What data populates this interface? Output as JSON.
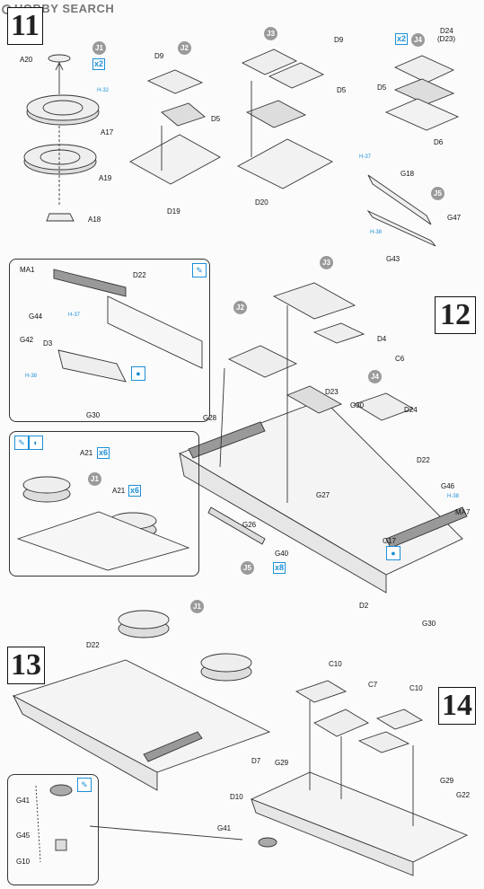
{
  "watermark": {
    "text": "HOBBY SEARCH"
  },
  "steps": [
    "11",
    "12",
    "13",
    "14"
  ],
  "qty": {
    "x2": "x2",
    "x6": "x6",
    "x8": "x8"
  },
  "groups": {
    "j1": "J1",
    "j2": "J2",
    "j3": "J3",
    "j4": "J4",
    "j5": "J5"
  },
  "labels": {
    "a20": "A20",
    "a17": "A17",
    "a19": "A19",
    "a18": "A18",
    "d9a": "D9",
    "d5a": "D5",
    "d19": "D19",
    "d9b": "D9",
    "d5b": "D5",
    "d20": "D20",
    "d24": "D24",
    "d23p": "(D23)",
    "d5c": "D5",
    "d6": "D6",
    "g18": "G18",
    "g47": "G47",
    "g43": "G43",
    "ma1": "MA1",
    "d22a": "D22",
    "g44": "G44",
    "g42": "G42",
    "d3": "D3",
    "g30a": "G30",
    "a21a": "A21",
    "a21b": "A21",
    "d4": "D4",
    "c6": "C6",
    "d23": "D23",
    "g30b": "G30",
    "d24b": "D24",
    "g28": "G28",
    "d22b": "D22",
    "g46": "G46",
    "ma7": "MA7",
    "g27": "G27",
    "g26": "G26",
    "g40": "G40",
    "g17": "G17",
    "d2": "D2",
    "g30c": "G30",
    "d22c": "D22",
    "g41a": "G41",
    "g45": "G45",
    "g10": "G10",
    "c10a": "C10",
    "c7": "C7",
    "c10b": "C10",
    "g29a": "G29",
    "g29b": "G29",
    "d7": "D7",
    "d10": "D10",
    "g22": "G22",
    "g41b": "G41"
  },
  "hcodes": {
    "h1": "H-32",
    "h2": "H-37",
    "h3": "H-38",
    "h4": "H-37",
    "h5": "H-38",
    "h6": "H-38"
  },
  "colors": {
    "accent": "#1c8fd6",
    "ink": "#222222",
    "group": "#9a9a9a"
  }
}
